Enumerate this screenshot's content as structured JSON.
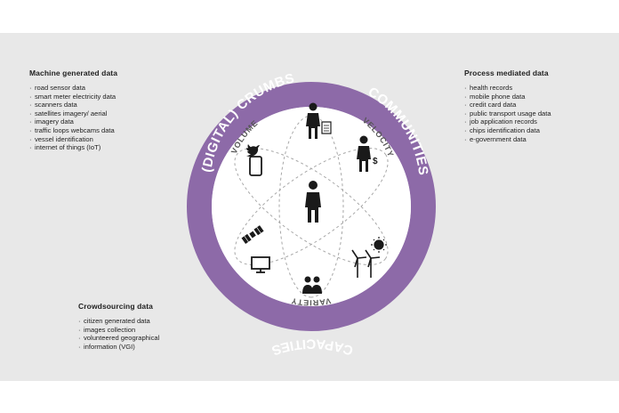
{
  "machine": {
    "title": "Machine generated data",
    "items": [
      "road sensor data",
      "smart meter electricity data",
      "scanners data",
      "satellites imagery/ aerial",
      "imagery data",
      "traffic loops webcams data",
      "vessel identification",
      "internet of things (IoT)"
    ]
  },
  "process": {
    "title": "Process mediated data",
    "items": [
      "health records",
      "mobile phone data",
      "credit card data",
      "public transport usage data",
      "job application records",
      "chips identification data",
      "e-government data"
    ]
  },
  "crowd": {
    "title": "Crowdsourcing data",
    "items": [
      "citizen generated data",
      "images collection",
      "volunteered geographical",
      "information (VGI)"
    ]
  },
  "ring": {
    "left": "(DIGITAL) CRUMBS",
    "right": "COMMUNITIES",
    "bottom": "CAPACITIES"
  },
  "inner": {
    "volume": "VOLUME",
    "velocity": "VELOCITY",
    "variety": "VARIETY"
  },
  "colors": {
    "ring": "#8d6aa8",
    "background": "#e8e8e8",
    "icon": "#1a1a1a"
  },
  "icons": [
    "person-document-icon",
    "person-money-icon",
    "person-icon",
    "twitter-phone-icon",
    "satellite-monitor-icon",
    "people-group-icon",
    "wind-solar-icon"
  ]
}
